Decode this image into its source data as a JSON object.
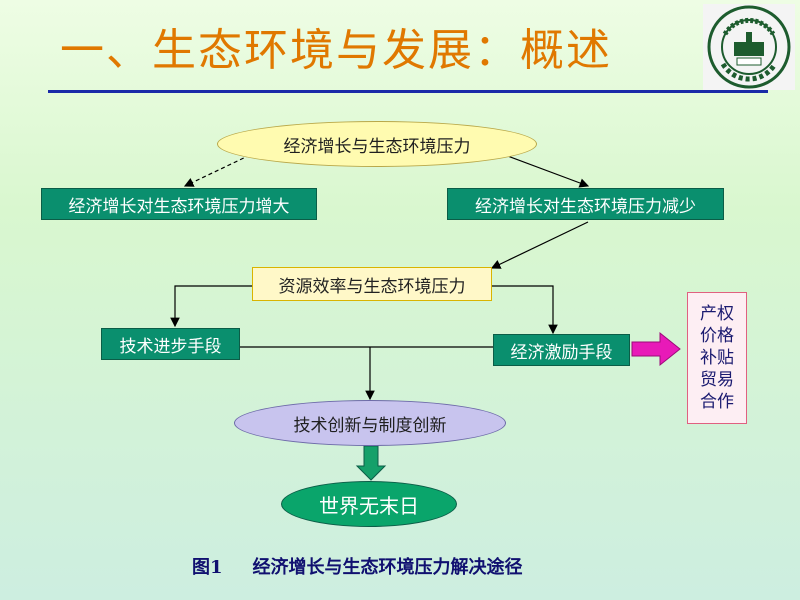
{
  "title": "一、生态环境与发展：概述",
  "diagram": {
    "top_node": "经济增长与生态环境压力",
    "left_branch": "经济增长对生态环境压力增大",
    "right_branch": "经济增长对生态环境压力减少",
    "middle_node": "资源效率与生态环境压力",
    "tech_means": "技术进步手段",
    "econ_means": "经济激励手段",
    "econ_tools": [
      "产权",
      "价格",
      "补贴",
      "贸易",
      "合作"
    ],
    "innovation": "技术创新与制度创新",
    "result": "世界无末日"
  },
  "caption": {
    "number": "图1",
    "text": "经济增长与生态环境压力解决途径"
  },
  "colors": {
    "title": "#e07800",
    "green_box": "#0a8f6e",
    "yellow_ellipse": "#fffbb0",
    "lavender_ellipse": "#c8c4ee",
    "result_ellipse": "#0aa56b",
    "magenta_arrow": "#e81ab8"
  }
}
